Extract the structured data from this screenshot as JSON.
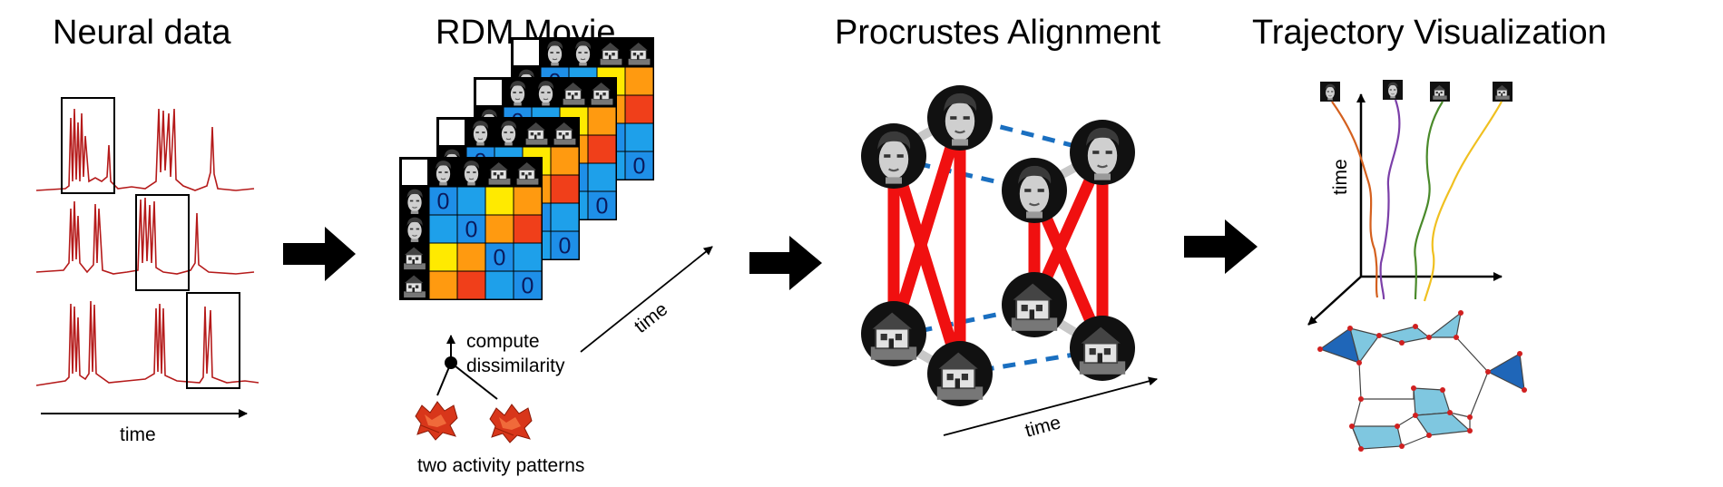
{
  "panels": [
    {
      "id": "neural",
      "title": "Neural data"
    },
    {
      "id": "rdm",
      "title": "RDM Movie"
    },
    {
      "id": "procrustes",
      "title": "Procrustes Alignment"
    },
    {
      "id": "trajectory",
      "title": "Trajectory Visualization"
    }
  ],
  "neural": {
    "time_label": "time"
  },
  "rdm": {
    "time_label": "time",
    "compute_label_line1": "compute",
    "compute_label_line2": "dissimilarity",
    "patterns_label": "two activity patterns",
    "diagonal_value": "0",
    "stimuli": [
      "face",
      "face",
      "house",
      "house"
    ],
    "colors": {
      "zero": "#1e8fe8",
      "low": "#1ea0ea",
      "mid": "#ff9a10",
      "high": "#f03f1a",
      "yellow": "#ffea00"
    },
    "matrix_colors": [
      [
        "zero",
        "low",
        "yellow",
        "mid"
      ],
      [
        "low",
        "zero",
        "mid",
        "high"
      ],
      [
        "yellow",
        "mid",
        "zero",
        "low"
      ],
      [
        "mid",
        "high",
        "low",
        "zero"
      ]
    ],
    "frame_count": 4
  },
  "procrustes": {
    "time_label": "time"
  },
  "trajectory": {
    "time_label": "time",
    "line_colors": [
      "#d4601e",
      "#7b3fa8",
      "#4a8a2a",
      "#f0c020"
    ]
  }
}
